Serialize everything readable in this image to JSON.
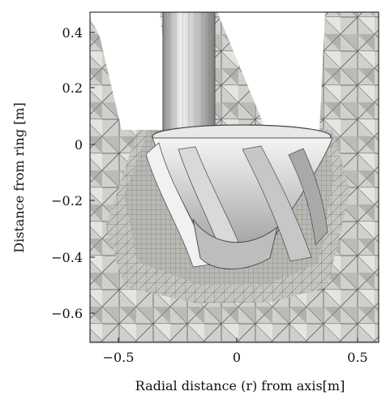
{
  "figure": {
    "xlabel": "Radial distance (r) from axis[m]",
    "ylabel": "Distance from ring [m]",
    "x_ticks": [
      {
        "value": -0.5,
        "label": "−0.5"
      },
      {
        "value": 0,
        "label": "0"
      },
      {
        "value": 0.5,
        "label": "0.5"
      }
    ],
    "y_ticks": [
      {
        "value": 0.4,
        "label": "0.4"
      },
      {
        "value": 0.2,
        "label": "0.2"
      },
      {
        "value": 0,
        "label": "0"
      },
      {
        "value": -0.2,
        "label": "−0.2"
      },
      {
        "value": -0.4,
        "label": "−0.4"
      },
      {
        "value": -0.6,
        "label": "−0.6"
      }
    ],
    "xlim": [
      -0.6,
      0.6
    ],
    "ylim": [
      -0.7,
      0.5
    ],
    "colors": {
      "mesh_background": "#cfcfcb",
      "mesh_line": "#3a3a3a",
      "fine_mesh": "#8f8f8f",
      "geometry": "#e6e6e6",
      "geometry_shadow": "#9a9a9a"
    }
  }
}
